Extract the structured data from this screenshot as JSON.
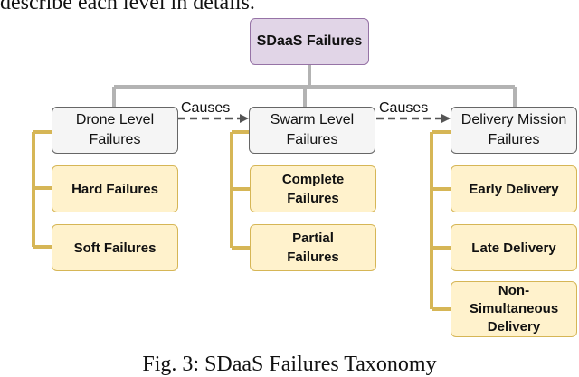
{
  "page": {
    "caption_top": "describe each level in details.",
    "caption_bottom": "Fig. 3: SDaaS Failures Taxonomy"
  },
  "diagram": {
    "root": "SDaaS Failures",
    "levels": [
      {
        "label": "Drone Level\nFailures",
        "children": [
          "Hard Failures",
          "Soft Failures"
        ]
      },
      {
        "label": "Swarm Level\nFailures",
        "children": [
          "Complete\nFailures",
          "Partial\nFailures"
        ]
      },
      {
        "label": "Delivery Mission\nFailures",
        "children": [
          "Early Delivery",
          "Late Delivery",
          "Non-\nSimultaneous\nDelivery"
        ]
      }
    ],
    "edges": [
      {
        "from": "Drone Level Failures",
        "to": "Swarm Level Failures",
        "label": "Causes"
      },
      {
        "from": "Swarm Level Failures",
        "to": "Delivery Mission Failures",
        "label": "Causes"
      }
    ]
  },
  "colors": {
    "root_fill": "#e1d5e7",
    "root_border": "#9673a6",
    "level_fill": "#f5f5f5",
    "level_border": "#666666",
    "leaf_fill": "#fff2cc",
    "leaf_border": "#d6b656",
    "tree_line": "#b3b3b3",
    "child_line": "#d6b656",
    "arrow": "#555555"
  }
}
